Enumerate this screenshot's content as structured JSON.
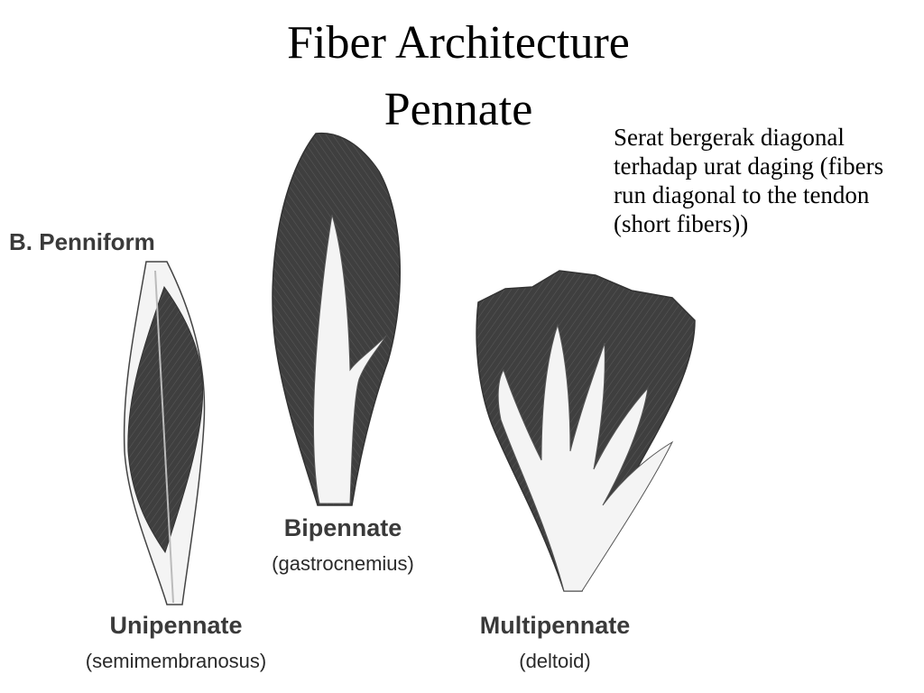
{
  "title": {
    "line1": "Fiber Architecture",
    "line2": "Pennate"
  },
  "description": "Serat bergerak diagonal terhadap urat daging (fibers run diagonal to the tendon (short fibers))",
  "section_label": "B. Penniform",
  "muscles": {
    "bipennate": {
      "name": "Bipennate",
      "example": "(gastrocnemius)"
    },
    "unipennate": {
      "name": "Unipennate",
      "example": "(semimembranosus)"
    },
    "multipennate": {
      "name": "Multipennate",
      "example": "(deltoid)"
    }
  },
  "colors": {
    "muscle": "#3f3f3f",
    "tendon": "#f4f4f4",
    "label": "#3a3a3a"
  }
}
